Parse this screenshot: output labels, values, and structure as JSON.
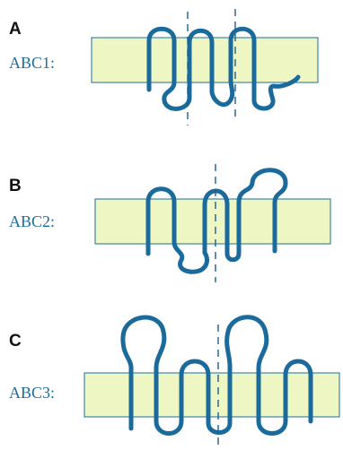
{
  "colors": {
    "membrane_fill": "#EEF7C4",
    "membrane_stroke": "#1B6CA0",
    "chain": "#1A6A9C",
    "label_text": "#1A6E9E",
    "axis": "#1C5F8D"
  },
  "panels": [
    {
      "letter": "A",
      "protein": "ABC1:"
    },
    {
      "letter": "B",
      "protein": "ABC2:"
    },
    {
      "letter": "C",
      "protein": "ABC3:"
    }
  ]
}
